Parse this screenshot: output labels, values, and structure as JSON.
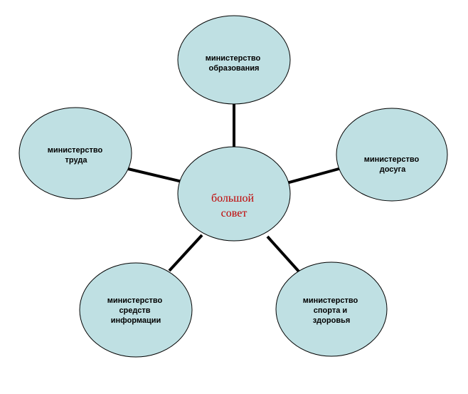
{
  "diagram": {
    "center": {
      "lines": [
        "большой",
        "совет"
      ],
      "text_color": "#c00000"
    },
    "nodes": [
      {
        "id": "education",
        "lines": [
          "министерство",
          "образования"
        ]
      },
      {
        "id": "leisure",
        "lines": [
          "министерство",
          "досуга"
        ]
      },
      {
        "id": "sport-health",
        "lines": [
          "министерство",
          "спорта и",
          "здоровья"
        ]
      },
      {
        "id": "media",
        "lines": [
          "министерство",
          "средств",
          "информации"
        ]
      },
      {
        "id": "labor",
        "lines": [
          "министерство",
          "труда"
        ]
      }
    ],
    "fill_color": "#bfe0e3",
    "stroke_color": "#000000"
  }
}
